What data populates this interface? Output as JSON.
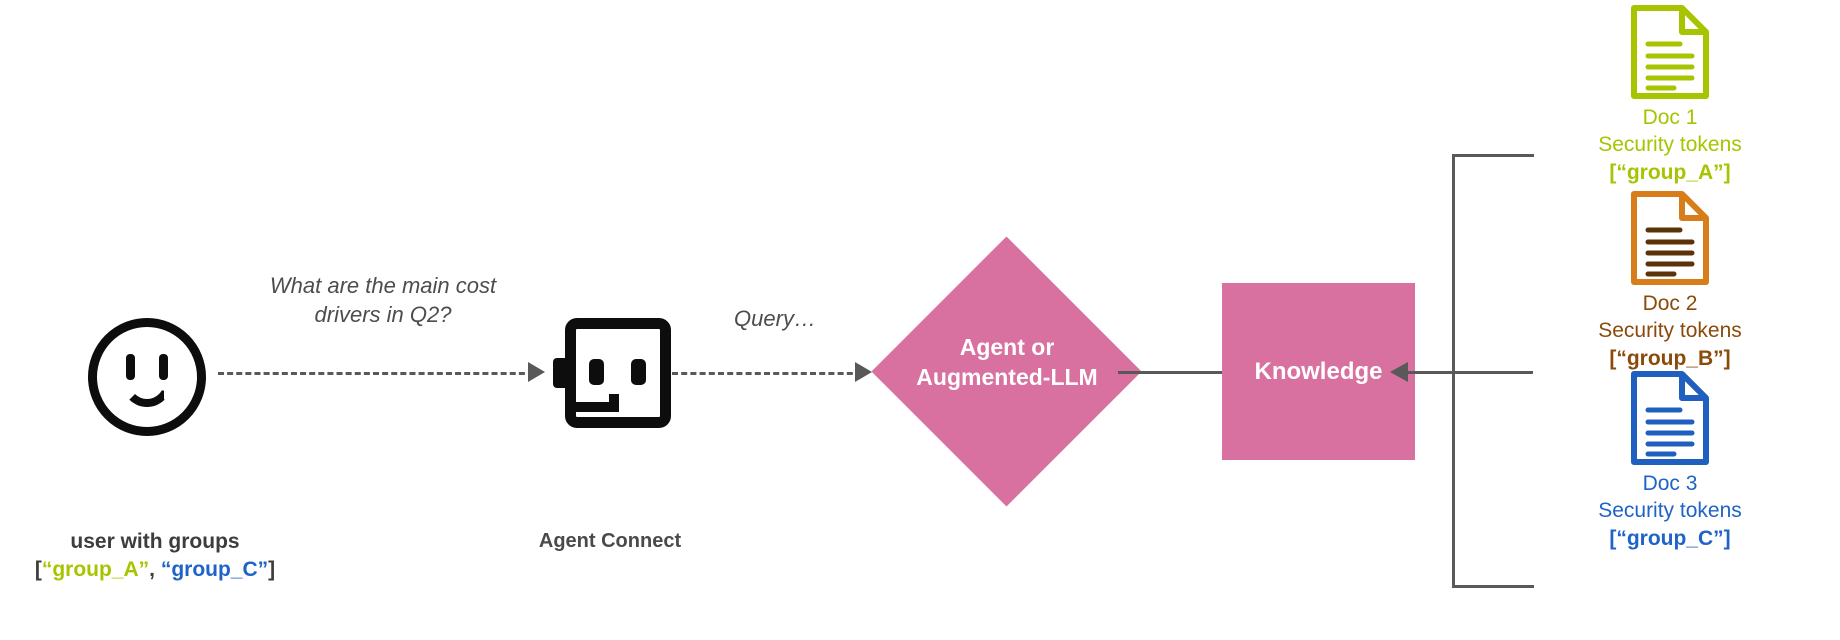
{
  "diagram": {
    "title": "Agent RAG security token flow",
    "colors": {
      "pink": "#d8719f",
      "line_gray": "#595959",
      "text_dark": "#3d3d3d",
      "group_a_green": "#a8c400",
      "group_b_brown": "#8a4b0a",
      "group_c_blue": "#1f63c8",
      "icon_black": "#0d0d0d"
    }
  },
  "user": {
    "icon": "smiley-face-icon",
    "caption_line1": "user with groups",
    "caption_open_bracket": "[",
    "group_a": "“group_A”",
    "caption_comma": ", ",
    "group_c": "“group_C”",
    "caption_close_bracket": "]"
  },
  "question": {
    "text": "What are the main cost drivers in Q2?"
  },
  "agent_connect": {
    "icon": "robot-face-icon",
    "label": "Agent Connect"
  },
  "query": {
    "label": "Query…"
  },
  "agent_node": {
    "label_line1": "Agent or",
    "label_line2": "Augmented-LLM",
    "shape": "diamond"
  },
  "knowledge_node": {
    "label": "Knowledge",
    "shape": "rectangle"
  },
  "documents": [
    {
      "icon": "document-page-icon",
      "name": "Doc 1",
      "subtitle": "Security tokens",
      "tokens": "[“group_A”]",
      "color": "#a8c400"
    },
    {
      "icon": "document-page-icon",
      "name": "Doc 2",
      "subtitle": "Security tokens",
      "tokens": "[“group_B”]",
      "color": "#8a4b0a"
    },
    {
      "icon": "document-page-icon",
      "name": "Doc 3",
      "subtitle": "Security tokens",
      "tokens": "[“group_C”]",
      "color": "#1f63c8"
    }
  ]
}
